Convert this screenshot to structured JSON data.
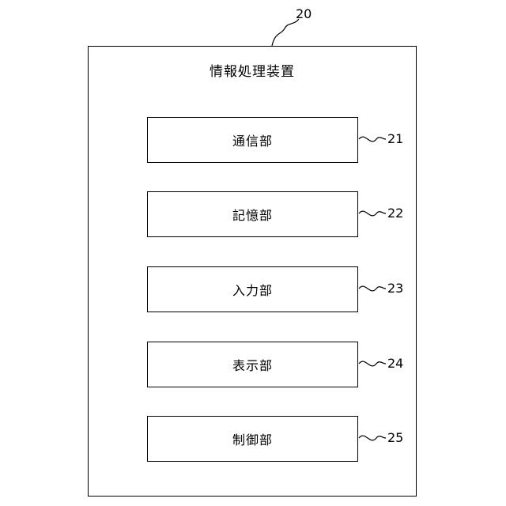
{
  "device": {
    "ref": "20",
    "title": "情報処理装置"
  },
  "units": [
    {
      "ref": "21",
      "label": "通信部"
    },
    {
      "ref": "22",
      "label": "記憶部"
    },
    {
      "ref": "23",
      "label": "入力部"
    },
    {
      "ref": "24",
      "label": "表示部"
    },
    {
      "ref": "25",
      "label": "制御部"
    }
  ]
}
